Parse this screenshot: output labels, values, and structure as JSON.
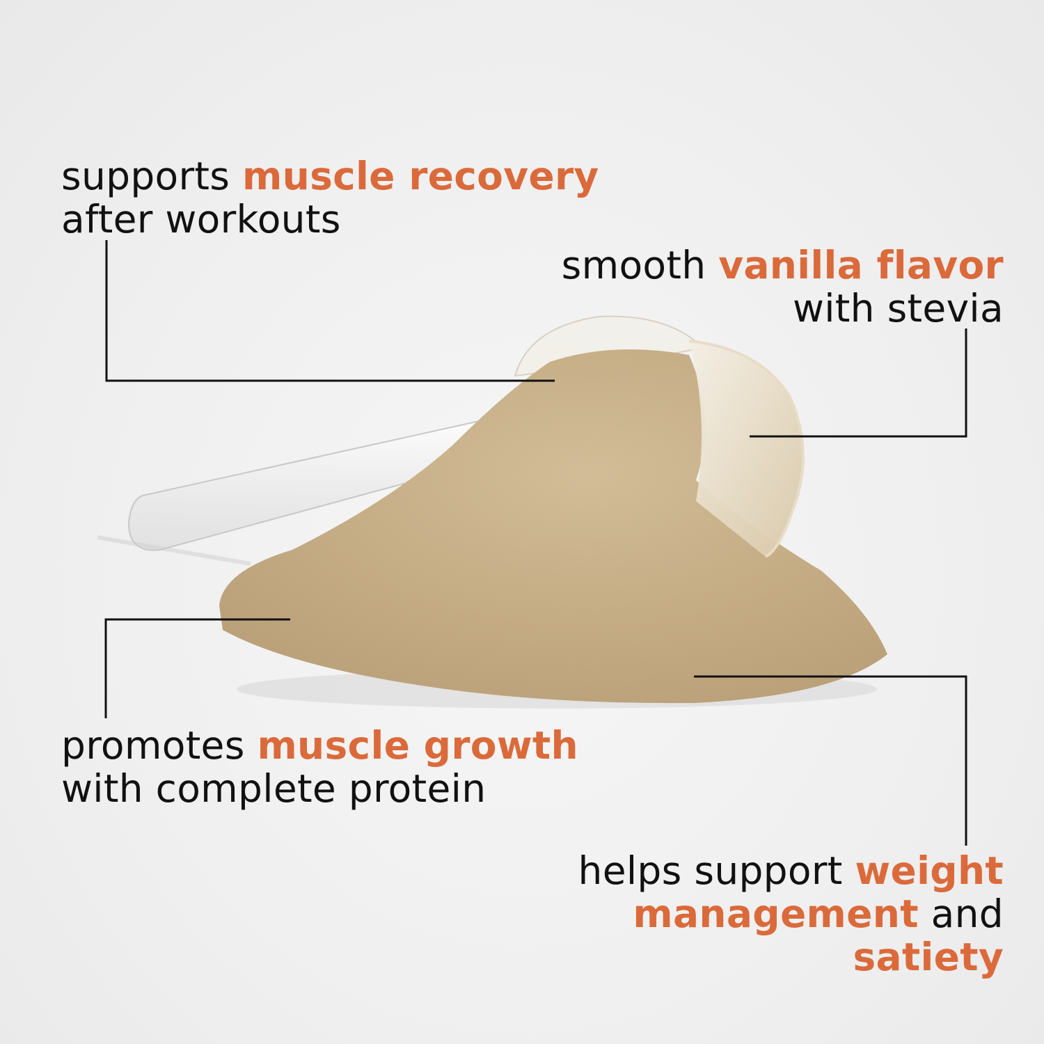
{
  "colors": {
    "accent": "#db6a3b",
    "text": "#111111",
    "powder": "#c9b08a",
    "background": "#efefef"
  },
  "callouts": {
    "recovery": {
      "pre": "supports ",
      "highlight": "muscle recovery",
      "line2": "after workouts"
    },
    "flavor": {
      "pre": "smooth ",
      "highlight": "vanilla flavor",
      "line2": "with stevia"
    },
    "growth": {
      "pre": "promotes ",
      "highlight": "muscle growth",
      "line2": "with complete protein"
    },
    "weight": {
      "pre": "helps support ",
      "highlight1": "weight",
      "highlight2": "management",
      "post": " and",
      "highlight3": "satiety"
    }
  }
}
